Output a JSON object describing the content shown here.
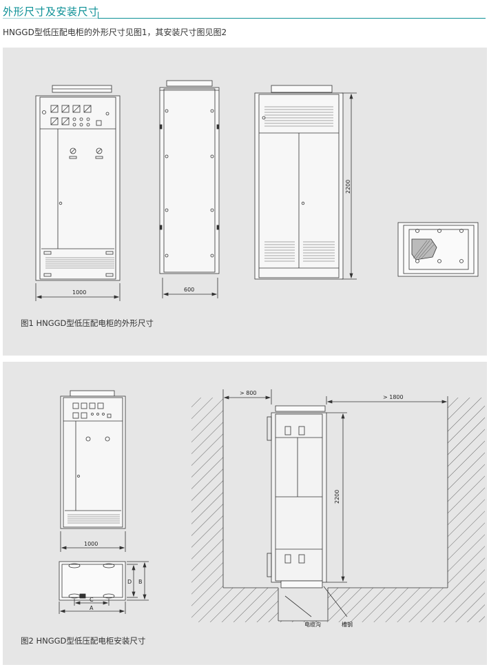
{
  "header": {
    "title": "外形尺寸及安装尺寸",
    "intro": "HNGGD型低压配电柜的外形尺寸见图1，其安装尺寸图见图2"
  },
  "figure1": {
    "caption": "图1 HNGGD型低压配电柜的外形尺寸",
    "front_width": "1000",
    "side_depth": "600",
    "height": "2200"
  },
  "figure2": {
    "caption": "图2 HNGGD型低压配电柜安装尺寸",
    "front_width": "1000",
    "front_clearance": "> 800",
    "rear_clearance": "> 1800",
    "height": "2200",
    "dim_a": "A",
    "dim_b": "B",
    "dim_c": "C",
    "dim_d": "D",
    "label_cable_trench": "电缆沟",
    "label_channel_steel": "槽钢"
  },
  "colors": {
    "accent": "#0a8f95",
    "panel_bg": "#e6e6e6"
  }
}
